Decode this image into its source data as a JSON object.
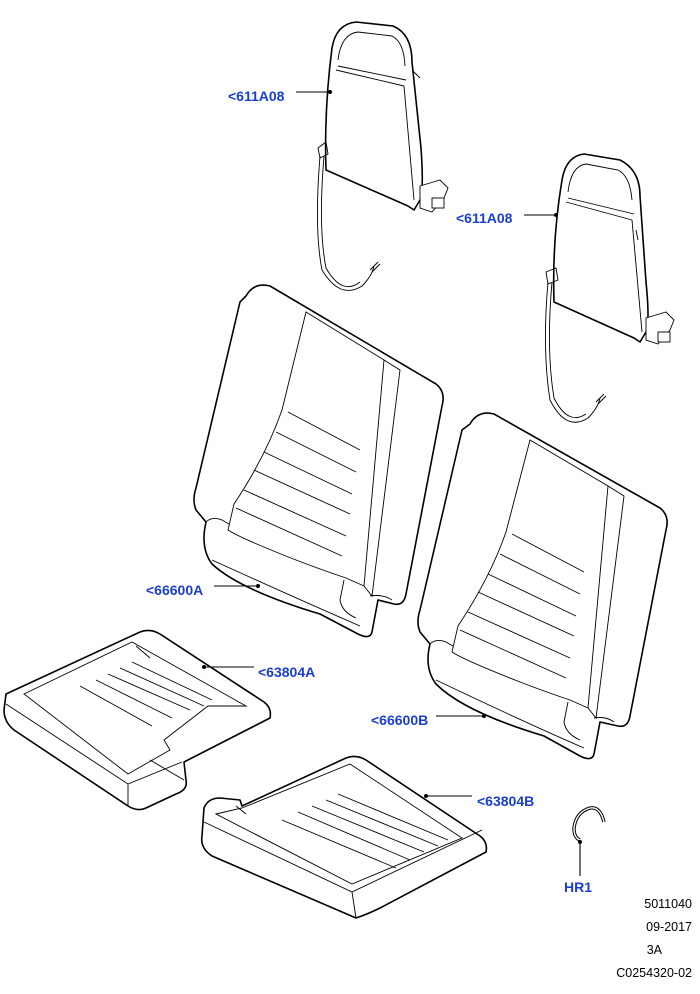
{
  "labels": {
    "headrest_upper": "<611A08",
    "headrest_lower": "<611A08",
    "seatback_left": "<66600A",
    "seatback_right": "<66600B",
    "cushion_left": "<63804A",
    "cushion_right": "<63804B",
    "hook": "HR1"
  },
  "reference": {
    "line1": "5011040",
    "line2": "09-2017",
    "line3": "3A",
    "line4": "C0254320-02"
  },
  "colors": {
    "label": "#1a3fd0",
    "line": "#000000",
    "background": "#ffffff"
  }
}
